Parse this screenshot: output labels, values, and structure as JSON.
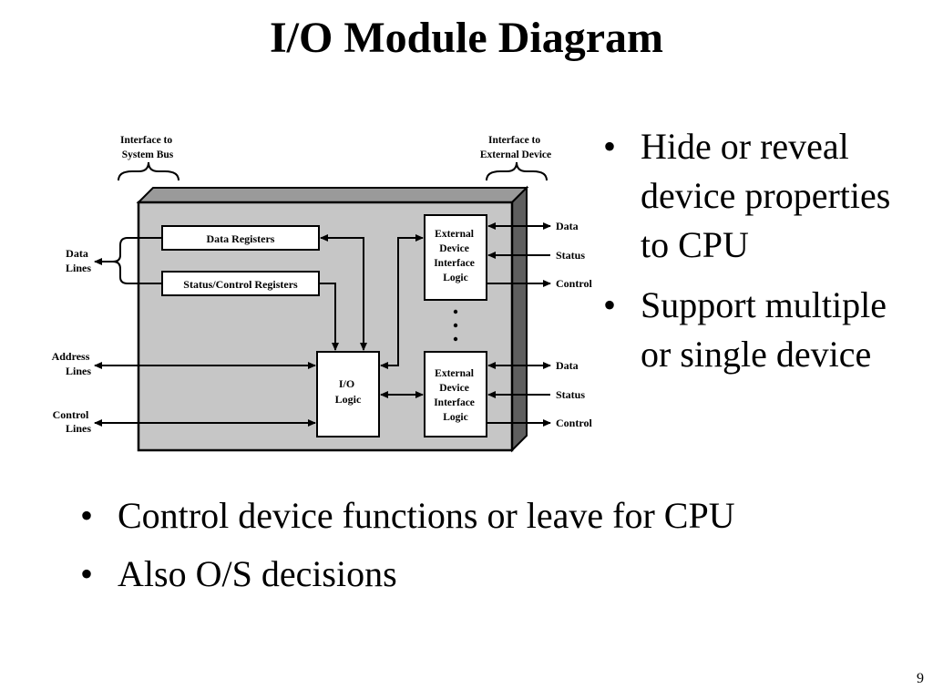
{
  "title": "I/O Module Diagram",
  "diagram": {
    "interface_system_bus": [
      "Interface to",
      "System Bus"
    ],
    "interface_external_device": [
      "Interface to",
      "External Device"
    ],
    "data_registers": "Data Registers",
    "status_control_registers": "Status/Control Registers",
    "io_logic": [
      "I/O",
      "Logic"
    ],
    "external_device_interface_logic": [
      "External",
      "Device",
      "Interface",
      "Logic"
    ],
    "data_lines": [
      "Data",
      "Lines"
    ],
    "address_lines": [
      "Address",
      "Lines"
    ],
    "control_lines": [
      "Control",
      "Lines"
    ],
    "right_signals": [
      "Data",
      "Status",
      "Control"
    ],
    "colors": {
      "module_face": "#c6c6c6",
      "module_top": "#9a9a9a",
      "module_side": "#5f5f5f",
      "box_fill": "#ffffff",
      "stroke": "#000000"
    }
  },
  "side_bullets": [
    "Hide or reveal device properties to CPU",
    "Support multiple or single device"
  ],
  "bottom_bullets": [
    "Control device functions or leave for CPU",
    "Also O/S decisions"
  ],
  "bullet_symbol": "•",
  "page_number": "9"
}
